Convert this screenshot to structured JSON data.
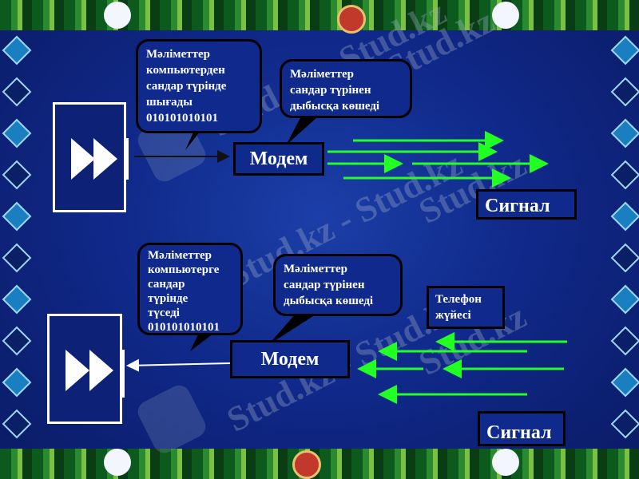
{
  "colors": {
    "background": "#10298a",
    "arrow_green": "#22ff22",
    "text": "#ffffff",
    "watermark": "#a0afc8"
  },
  "watermarks": [
    "Stud.kz - Stud.kz",
    "Stud.kz",
    "Stud.kz - Stud.kz",
    "Stud.kz",
    "Stud.kz - Stud.kz",
    "Stud.kz"
  ],
  "top_section": {
    "bubble_left": [
      "Мәліметтер",
      "компьютерден",
      "сандар түрінде",
      "шығады",
      "010101010101"
    ],
    "bubble_right": [
      "Мәліметтер",
      "сандар түрінен",
      "дыбысқа көшеді"
    ],
    "modem_label": "Модем",
    "signal_label": "Сигнал",
    "icon": "fast-forward-icon"
  },
  "bottom_section": {
    "bubble_left": [
      "Мәліметтер",
      "компьютерге",
      "сандар",
      "түрінде",
      "түседі",
      "010101010101"
    ],
    "bubble_right": [
      "Мәліметтер",
      "сандар түрінен",
      "дыбысқа көшеді"
    ],
    "modem_label": "Модем",
    "signal_label": "Сигнал",
    "telephone_label": [
      "Телефон",
      "жүйесі"
    ],
    "icon": "fast-forward-icon"
  }
}
